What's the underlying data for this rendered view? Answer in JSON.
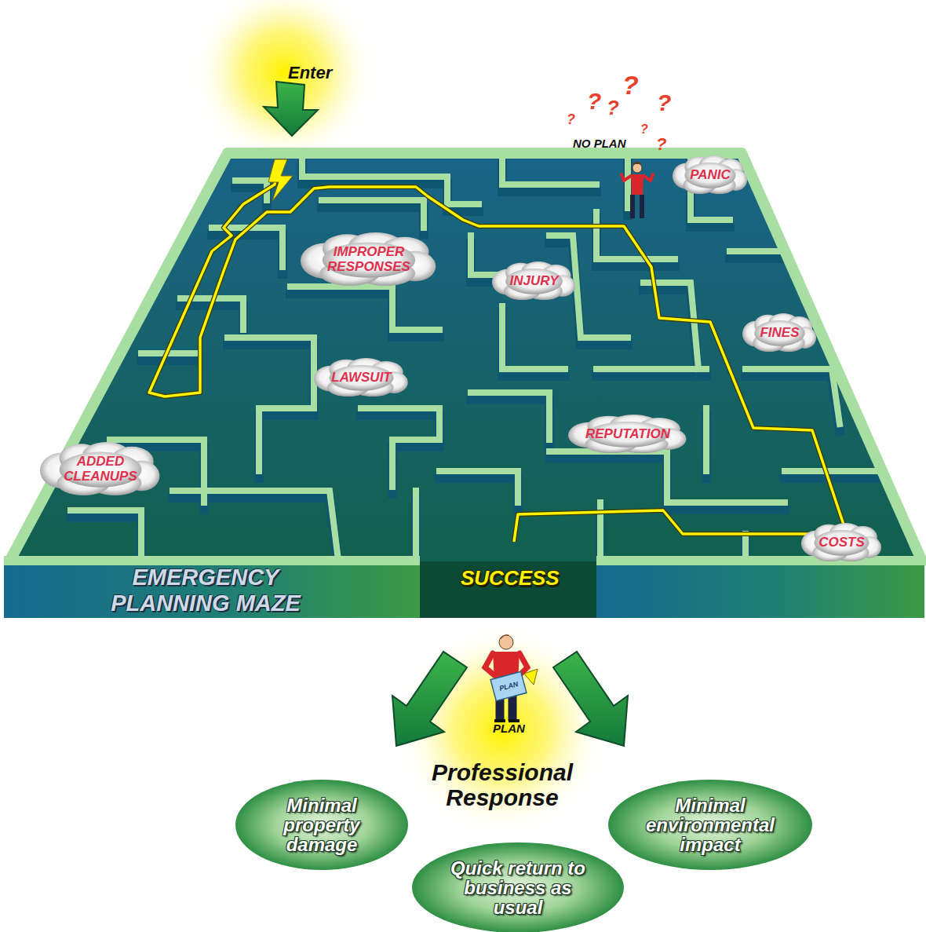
{
  "diagram": {
    "title": "EMERGENCY PLANNING MAZE",
    "nodes": [
      {
        "text": [
          "PANIC"
        ]
      },
      {
        "text": [
          "IMPROPER RESPONSES"
        ]
      },
      {
        "text": [
          "INJURY"
        ]
      },
      {
        "text": [
          "FINES"
        ]
      },
      {
        "text": [
          "LAWSUIT"
        ]
      },
      {
        "text": [
          "REPUTATION"
        ]
      },
      {
        "text": [
          "ADDED CLEANUPS"
        ]
      },
      {
        "text": [
          "COSTS"
        ]
      },
      {
        "text": [
          "Minimal property damage"
        ]
      },
      {
        "text": [
          "Minimal environmental impact"
        ]
      },
      {
        "text": [
          "Quick return to business as usual"
        ]
      }
    ],
    "labels": [
      "Enter",
      "?",
      "?",
      "?",
      "?",
      "?",
      "?",
      "?",
      "NO PLAN",
      "SUCCESS",
      "PLAN",
      "PLAN",
      "Professional Response"
    ]
  }
}
